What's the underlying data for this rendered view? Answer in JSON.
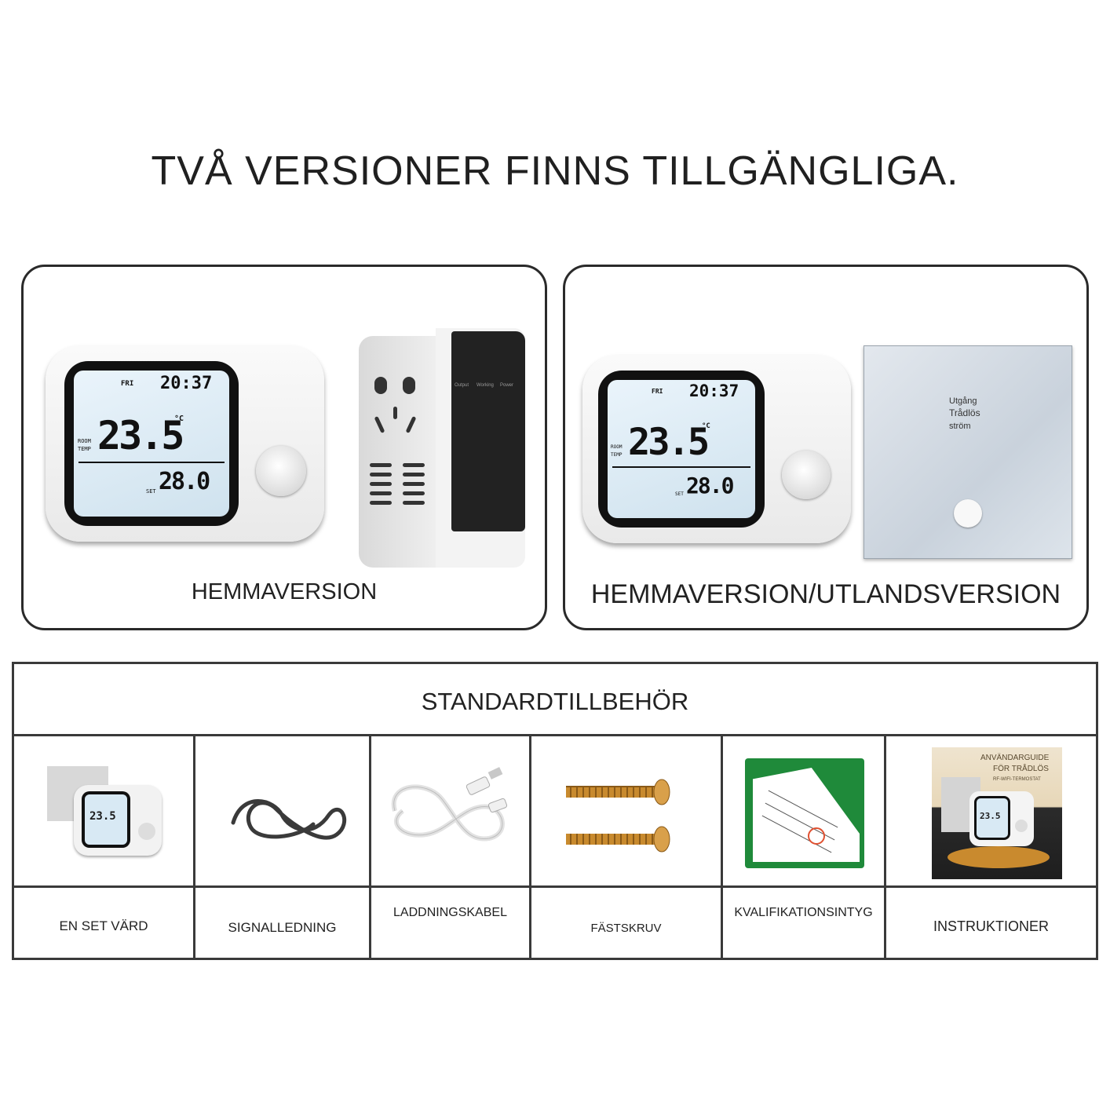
{
  "title": "TVÅ VERSIONER FINNS TILLGÄNGLIGA.",
  "versions": [
    {
      "label": "HEMMAVERSION"
    },
    {
      "label": "HEMMAVERSION/UTLANDSVERSION"
    }
  ],
  "thermostat_display": {
    "day": "FRI",
    "time": "20:37",
    "room_temp": "23.5",
    "set_temp": "28.0",
    "unit": "°C",
    "room_label": "ROOM",
    "temp_label": "TEMP",
    "set_label": "SET"
  },
  "socket_labels": [
    "Output",
    "Working",
    "Power"
  ],
  "wall_receiver": {
    "line1": "Utgång",
    "line2": "Trådlös",
    "line3": "ström"
  },
  "accessories": {
    "header": "STANDARDTILLBEHÖR",
    "items": [
      {
        "label": "EN SET VÄRD",
        "icon": "thermostat-set-icon"
      },
      {
        "label": "SIGNALLEDNING",
        "icon": "signal-cable-icon"
      },
      {
        "label": "LADDNINGSKABEL",
        "icon": "usb-cable-icon"
      },
      {
        "label": "FÄSTSKRUV",
        "icon": "screws-icon"
      },
      {
        "label": "KVALIFIKATIONSINTYG",
        "icon": "certificate-icon"
      },
      {
        "label": "INSTRUKTIONER",
        "icon": "manual-icon"
      }
    ],
    "certificate_title": "KVALITETSINTYG",
    "manual_lines": [
      "ANVÄNDARGUIDE",
      "FÖR TRÅDLÖS",
      "RF-WIFI-TERMOSTAT"
    ]
  },
  "colors": {
    "lcd": "#d8e9f4",
    "bezel": "#111111",
    "certificate_green": "#1f8a3a",
    "border": "#2a2a2a"
  }
}
